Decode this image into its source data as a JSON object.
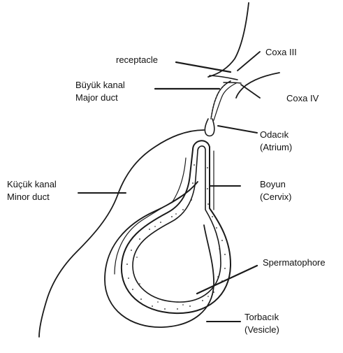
{
  "labels": {
    "receptacle": "receptacle",
    "coxa_iii": "Coxa III",
    "coxa_iv": "Coxa IV",
    "major_duct_tr": "Büyük kanal",
    "major_duct_en": "Major duct",
    "atrium_tr": "Odacık",
    "atrium_en": "(Atrium)",
    "cervix_tr": "Boyun",
    "cervix_en": "(Cervix)",
    "minor_duct_tr": "Küçük kanal",
    "minor_duct_en": "Minor duct",
    "spermatophore": "Spermatophore",
    "vesicle_tr": "Torbacık",
    "vesicle_en": "(Vesicle)"
  },
  "colors": {
    "ink": "#1a1a1a",
    "background": "#ffffff"
  }
}
